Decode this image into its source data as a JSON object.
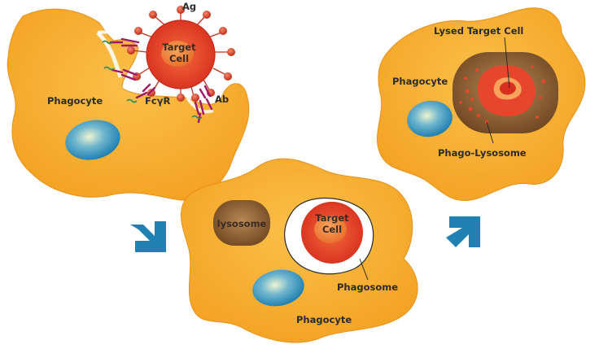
{
  "colors": {
    "phagocyte": "#f5a623",
    "phagocyte_edge": "#e8901a",
    "nucleus": "#2a8fc0",
    "target_cell": "#e8452d",
    "lysosome": "#8a5c2e",
    "antibody": "#a0186a",
    "arrow": "#1f82b3"
  },
  "panels": {
    "step1": {
      "phagocyte_label": "Phagocyte",
      "antigen_label": "Ag",
      "target_label_line1": "Target",
      "target_label_line2": "Cell",
      "receptor_label": "FcγR",
      "antibody_label": "Ab"
    },
    "step2": {
      "lysosome_label": "lysosome",
      "target_label_line1": "Target",
      "target_label_line2": "Cell",
      "phagosome_label": "Phagosome",
      "phagocyte_label": "Phagocyte"
    },
    "step3": {
      "lysed_label": "Lysed Target Cell",
      "phagocyte_label": "Phagocyte",
      "phagolysosome_label": "Phago-Lysosome"
    }
  },
  "arrows": [
    {
      "name": "arrow-step1-to-step2",
      "direction": "down-right"
    },
    {
      "name": "arrow-step2-to-step3",
      "direction": "up-right"
    }
  ]
}
